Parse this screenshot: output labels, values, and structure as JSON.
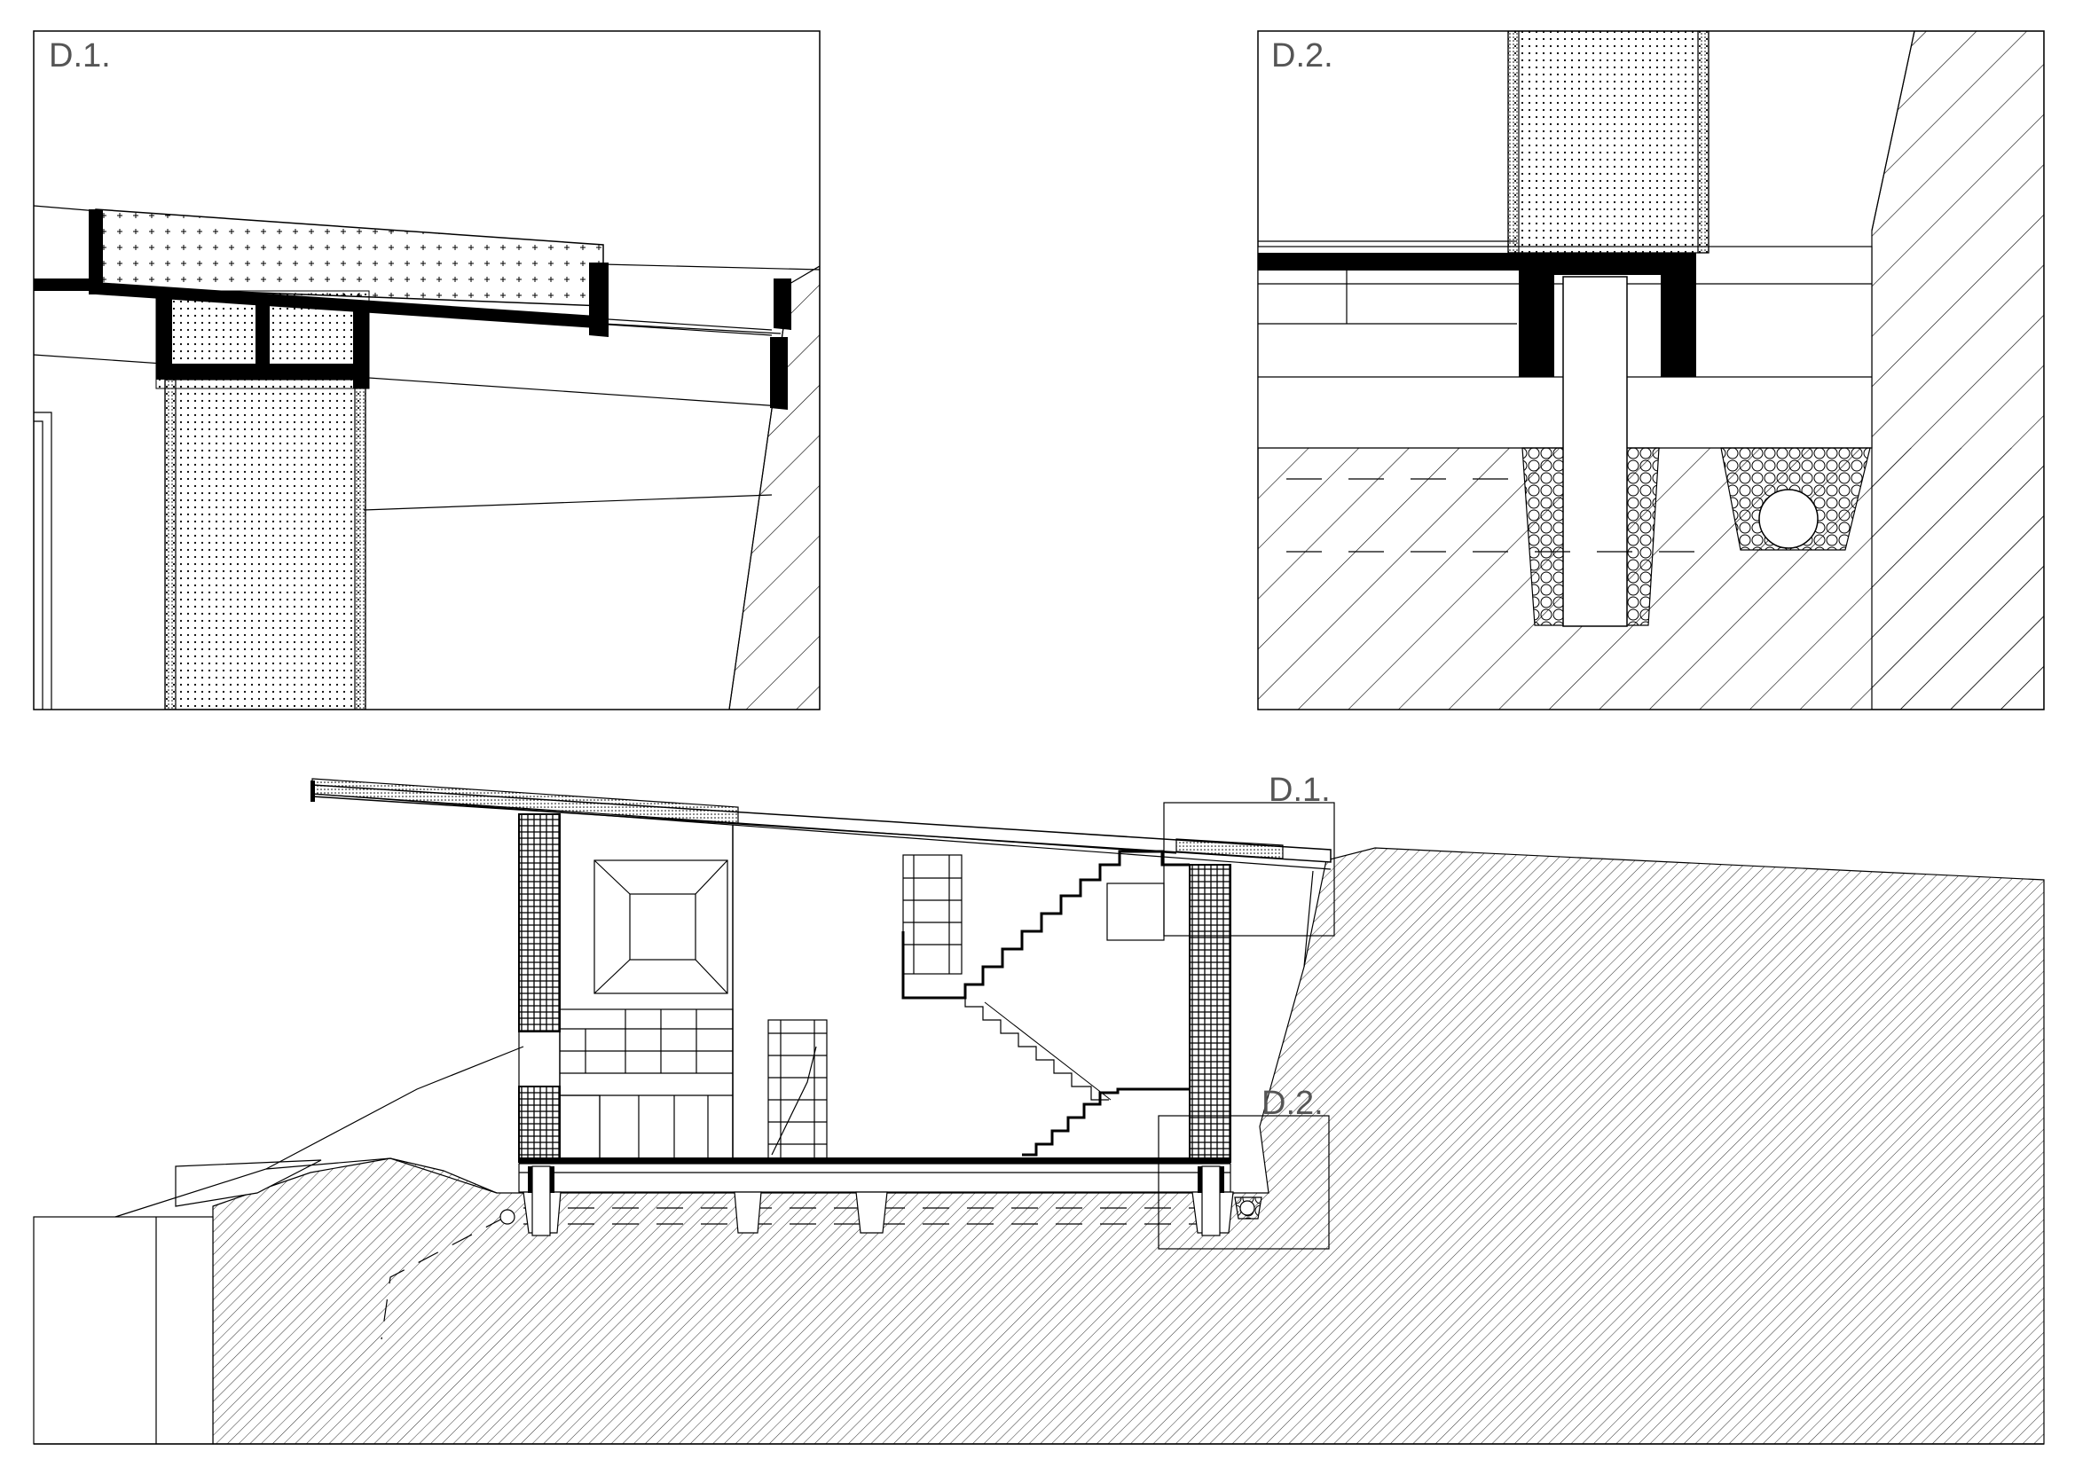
{
  "detail_1": {
    "label": "D.1."
  },
  "detail_2": {
    "label": "D.2."
  },
  "section": {
    "callout_1": "D.1.",
    "callout_2": "D.2."
  },
  "colors": {
    "line": "#000000",
    "text": "#555555",
    "background": "#ffffff"
  }
}
